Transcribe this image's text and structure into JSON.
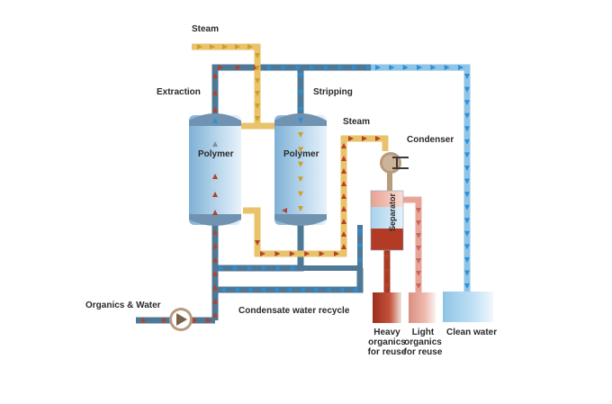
{
  "labels": {
    "steam_top": "Steam",
    "extraction": "Extraction",
    "stripping": "Stripping",
    "steam_mid": "Steam",
    "condenser": "Condenser",
    "polymer_left": "Polymer",
    "polymer_right": "Polymer",
    "separator": "Separator",
    "organics_water": "Organics & Water",
    "condensate_recycle": "Condensate water recycle",
    "heavy_1": "Heavy",
    "heavy_2": "organics",
    "heavy_3": "for reuse",
    "light_1": "Light",
    "light_2": "organics",
    "light_3": "for reuse",
    "clean_water": "Clean water"
  },
  "colors": {
    "steam_pipe": "#e8c36a",
    "recycle_pipe": "#4f7896",
    "clean_pipe": "#8fc4e6",
    "arrow_red": "#b5422a",
    "arrow_blue": "#2d8fd6",
    "arrow_gold": "#d39b2a",
    "heavy_tank": "#a93a24",
    "light_tank": "#e7a59a",
    "clean_tank": "#a9d4f0",
    "vessel": "#a9cde6",
    "vessel_cap": "#6f93b1",
    "pump": "#b89b7c",
    "condenser": "#b89b7c"
  }
}
